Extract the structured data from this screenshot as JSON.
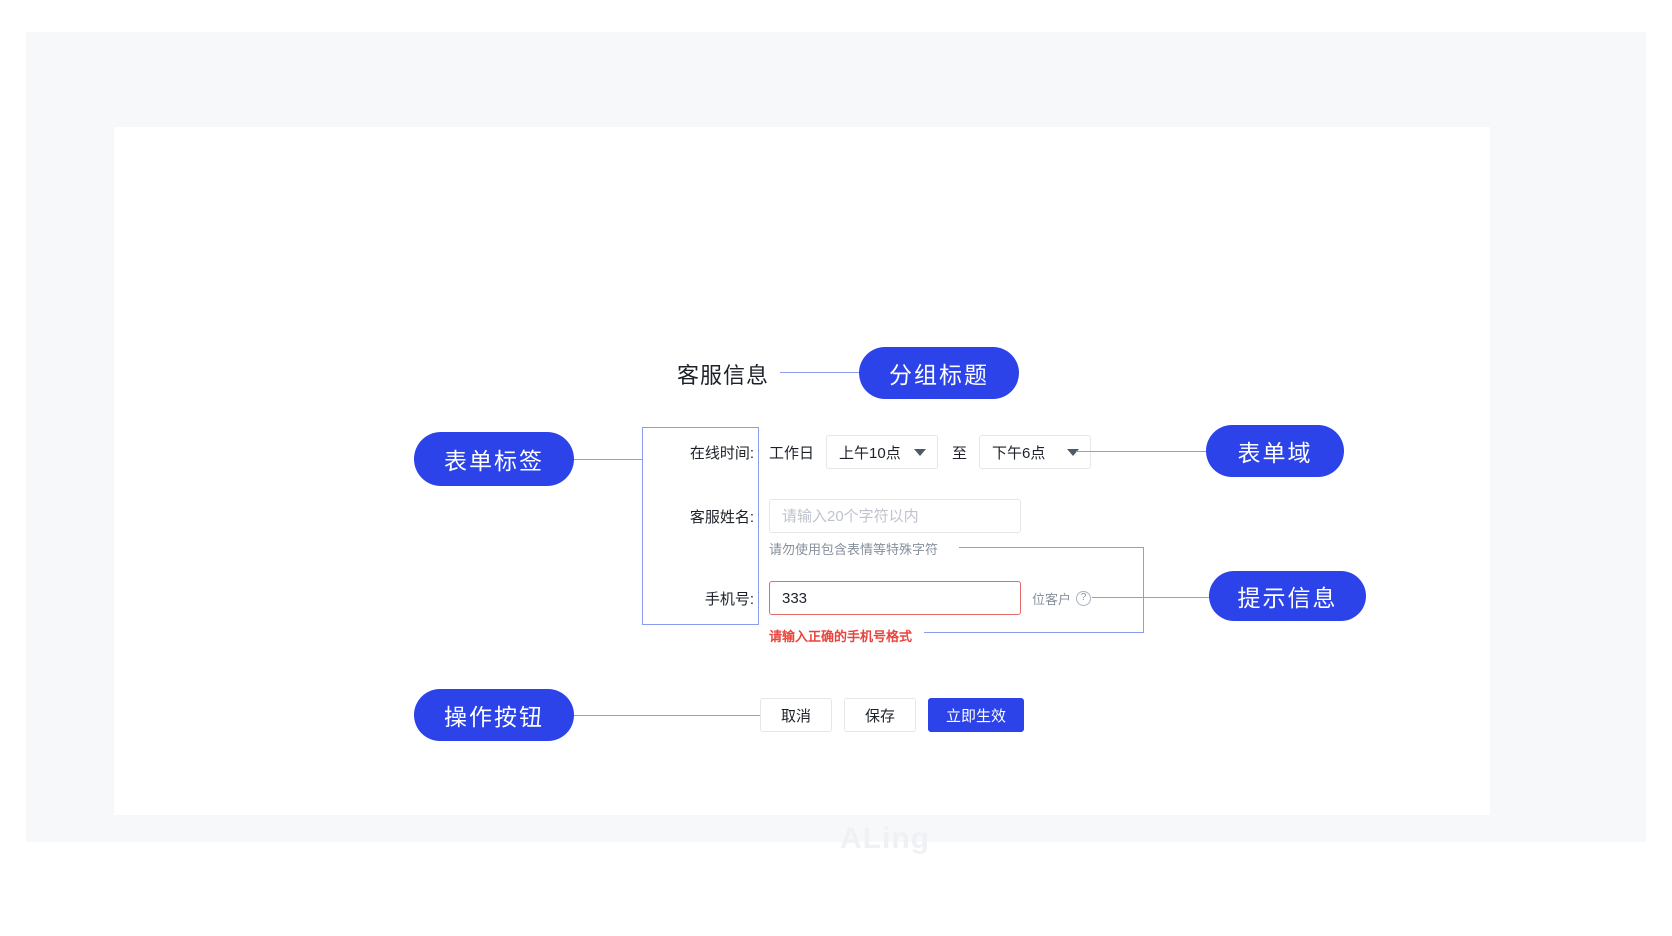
{
  "annotations": {
    "group_title": "分组标题",
    "form_label": "表单标签",
    "form_field": "表单域",
    "tip_info": "提示信息",
    "action_button": "操作按钮"
  },
  "form": {
    "group_title": "客服信息",
    "rows": {
      "online_time": {
        "label": "在线时间:",
        "prefix": "工作日",
        "start_value": "上午10点",
        "separator": "至",
        "end_value": "下午6点"
      },
      "agent_name": {
        "label": "客服姓名:",
        "placeholder": "请输入20个字符以内",
        "value": "",
        "helper": "请勿使用包含表情等特殊字符"
      },
      "phone": {
        "label": "手机号:",
        "value": "333",
        "suffix": "位客户",
        "help_icon": "?",
        "error": "请输入正确的手机号格式"
      }
    },
    "buttons": {
      "cancel": "取消",
      "save": "保存",
      "apply": "立即生效"
    }
  },
  "watermark": "ALing",
  "colors": {
    "accent": "#2b43e8",
    "connector": "#8a9bf0",
    "error": "#e8453c",
    "error_border": "#e06a6a",
    "muted": "#86909c",
    "canvas": "#f7f8fa"
  }
}
